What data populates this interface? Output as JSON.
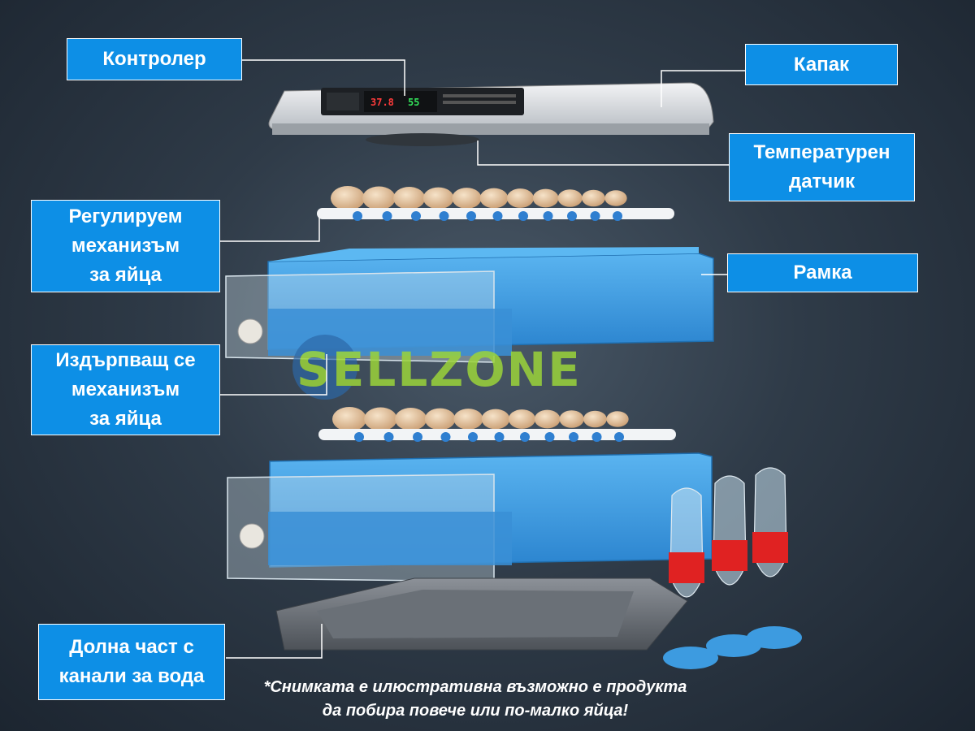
{
  "labels": {
    "controller": "Контролер",
    "lid": "Капак",
    "temp_sensor": "Температурен\nдатчик",
    "adjustable_tray": "Регулируем\nмеханизъм\nза яйца",
    "frame": "Рамка",
    "pullout_tray": "Издърпващ се\nмеханизъм\nза яйца",
    "bottom": "Долна част с\nканали за вода"
  },
  "controller_display": {
    "temperature": "37.8",
    "humidity": "55"
  },
  "watermark": "SELLZONE",
  "disclaimer": "*Снимката е илюстративна възможно е продукта\nда побира повече или по-малко яйца!",
  "colors": {
    "callout_bg": "#0d8fe6",
    "tray_blue": "#3d9be0",
    "water_red": "#e02222",
    "egg": "#e6c8a4"
  }
}
